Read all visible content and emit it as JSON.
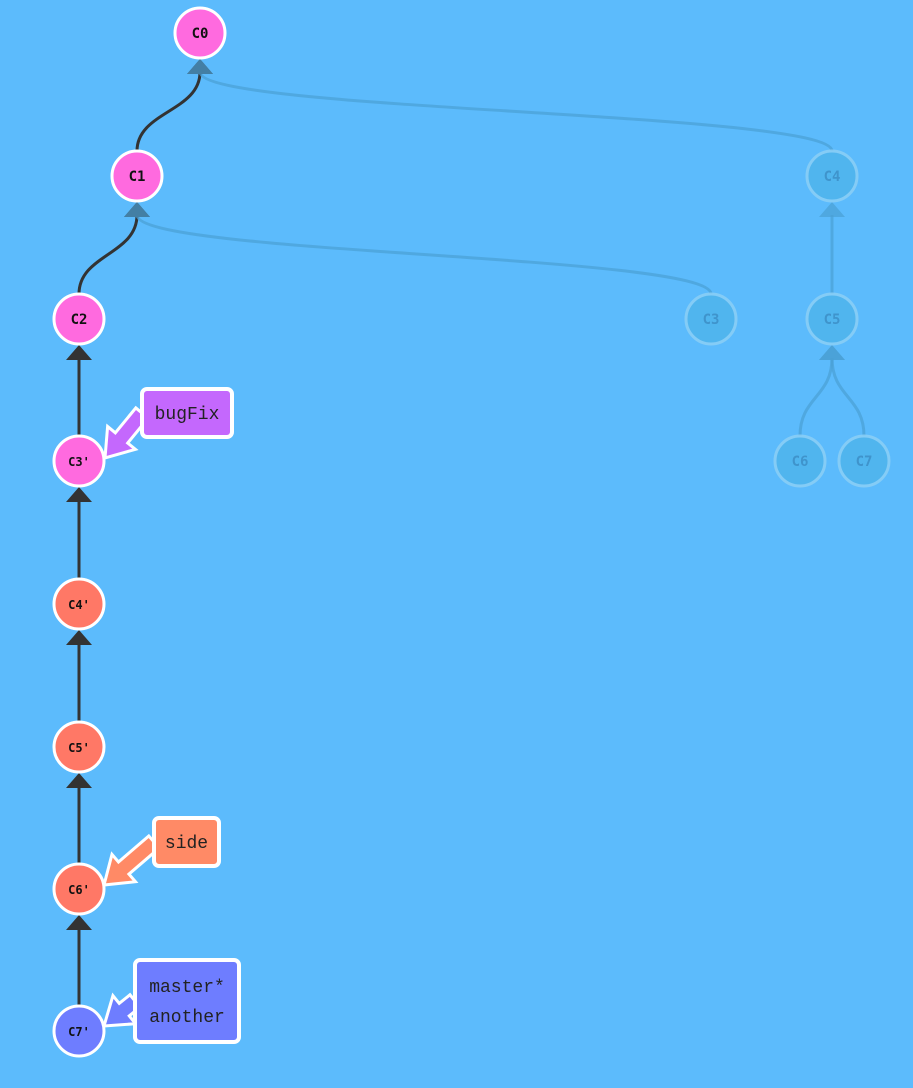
{
  "commits": [
    {
      "id": "C0",
      "label": "C0",
      "color": "#ff6adf",
      "faded": false
    },
    {
      "id": "C1",
      "label": "C1",
      "color": "#ff6adf",
      "faded": false
    },
    {
      "id": "C2",
      "label": "C2",
      "color": "#ff6adf",
      "faded": false
    },
    {
      "id": "C3p",
      "label": "C3'",
      "color": "#ff6adf",
      "faded": false
    },
    {
      "id": "C4p",
      "label": "C4'",
      "color": "#ff7866",
      "faded": false
    },
    {
      "id": "C5p",
      "label": "C5'",
      "color": "#ff7866",
      "faded": false
    },
    {
      "id": "C6p",
      "label": "C6'",
      "color": "#ff7866",
      "faded": false
    },
    {
      "id": "C7p",
      "label": "C7'",
      "color": "#6e7dff",
      "faded": false
    },
    {
      "id": "C3",
      "label": "C3",
      "color": "#4fb4ec",
      "faded": true
    },
    {
      "id": "C4",
      "label": "C4",
      "color": "#4fb4ec",
      "faded": true
    },
    {
      "id": "C5",
      "label": "C5",
      "color": "#4fb4ec",
      "faded": true
    },
    {
      "id": "C6",
      "label": "C6",
      "color": "#4fb4ec",
      "faded": true
    },
    {
      "id": "C7",
      "label": "C7",
      "color": "#4fb4ec",
      "faded": true
    }
  ],
  "edges": [
    {
      "from": "C1",
      "to": "C0",
      "faded": false
    },
    {
      "from": "C2",
      "to": "C1",
      "faded": false
    },
    {
      "from": "C3p",
      "to": "C2",
      "faded": false
    },
    {
      "from": "C4p",
      "to": "C3p",
      "faded": false
    },
    {
      "from": "C5p",
      "to": "C4p",
      "faded": false
    },
    {
      "from": "C6p",
      "to": "C5p",
      "faded": false
    },
    {
      "from": "C7p",
      "to": "C6p",
      "faded": false
    },
    {
      "from": "C4",
      "to": "C0",
      "faded": true
    },
    {
      "from": "C3",
      "to": "C1",
      "faded": true
    },
    {
      "from": "C5",
      "to": "C4",
      "faded": true
    },
    {
      "from": "C6",
      "to": "C5",
      "faded": true
    },
    {
      "from": "C7",
      "to": "C5",
      "faded": true
    }
  ],
  "branches": [
    {
      "id": "bugFix",
      "lines": [
        "bugFix"
      ],
      "target": "C3p",
      "color": "#c468fd"
    },
    {
      "id": "side",
      "lines": [
        "side"
      ],
      "target": "C6p",
      "color": "#ff8a66"
    },
    {
      "id": "master-another",
      "lines": [
        "master*",
        "another"
      ],
      "target": "C7p",
      "color": "#6e7dff"
    }
  ]
}
